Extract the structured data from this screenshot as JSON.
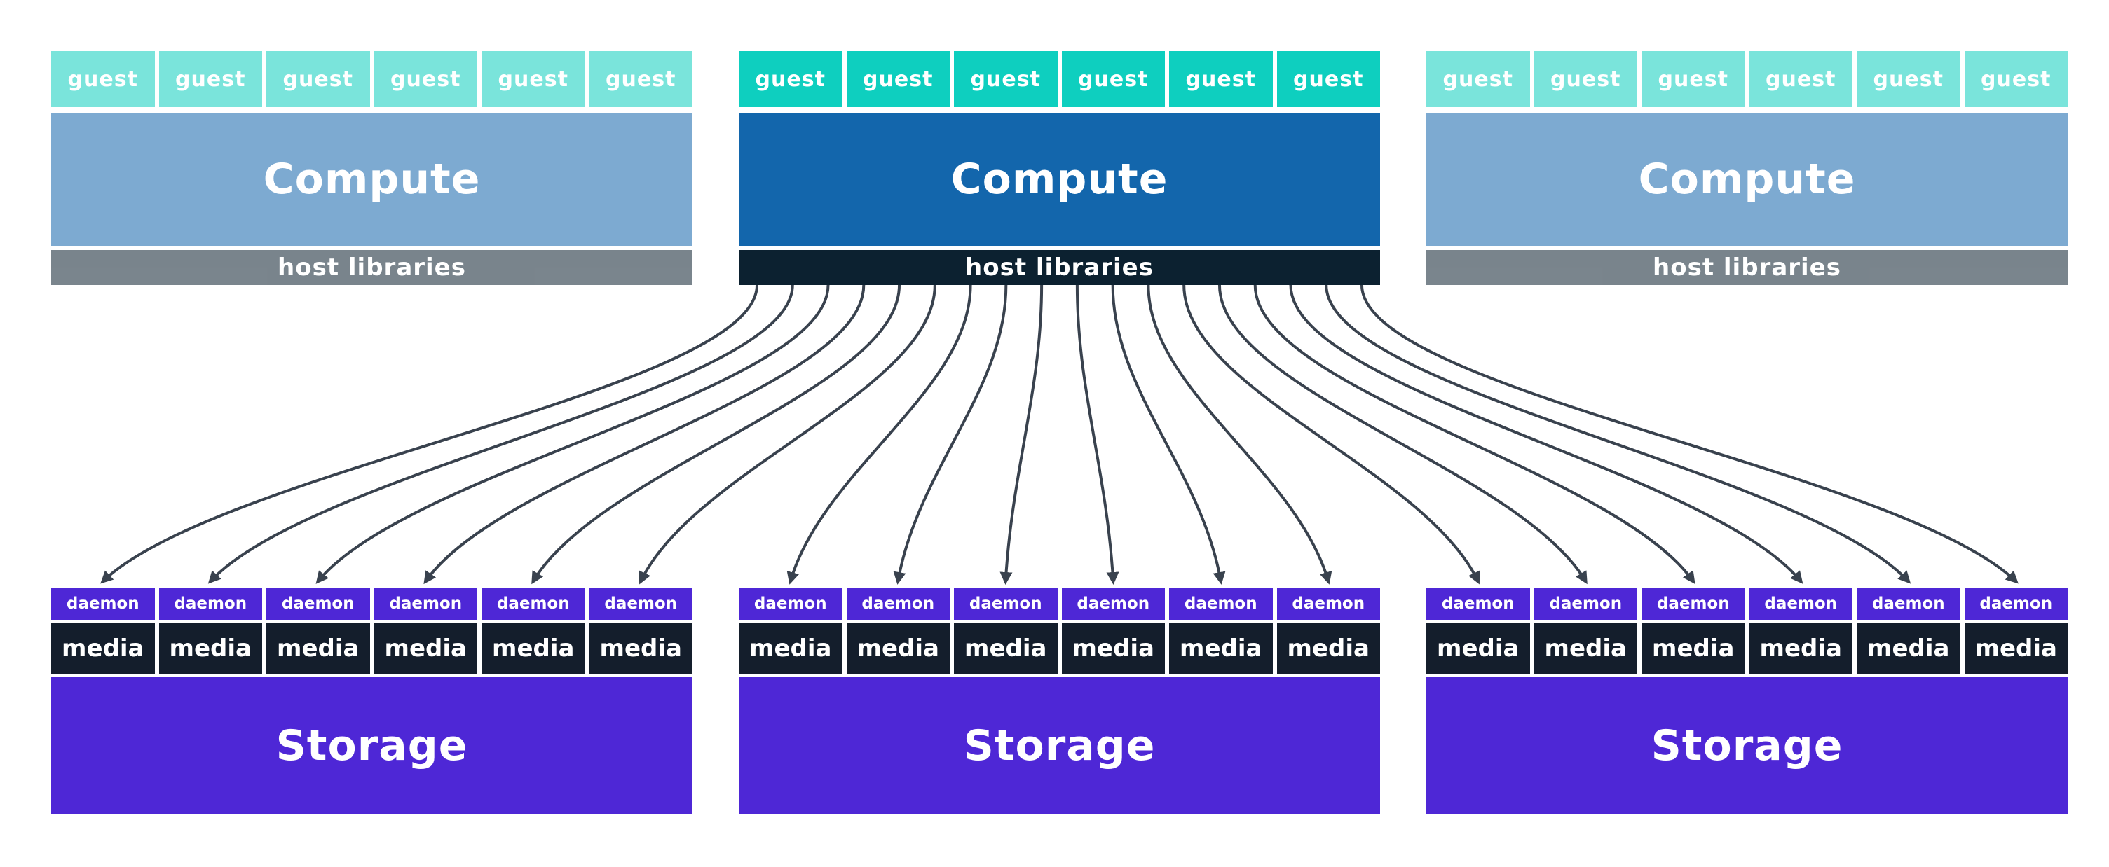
{
  "compute_nodes": [
    {
      "id": "compute-left",
      "state": "faded",
      "guests": [
        "guest",
        "guest",
        "guest",
        "guest",
        "guest",
        "guest"
      ],
      "compute_label": "Compute",
      "host_label": "host libraries"
    },
    {
      "id": "compute-center",
      "state": "active",
      "guests": [
        "guest",
        "guest",
        "guest",
        "guest",
        "guest",
        "guest"
      ],
      "compute_label": "Compute",
      "host_label": "host libraries"
    },
    {
      "id": "compute-right",
      "state": "faded",
      "guests": [
        "guest",
        "guest",
        "guest",
        "guest",
        "guest",
        "guest"
      ],
      "compute_label": "Compute",
      "host_label": "host libraries"
    }
  ],
  "storage_nodes": [
    {
      "id": "storage-left",
      "daemons": [
        "daemon",
        "daemon",
        "daemon",
        "daemon",
        "daemon",
        "daemon"
      ],
      "media": [
        "media",
        "media",
        "media",
        "media",
        "media",
        "media"
      ],
      "storage_label": "Storage"
    },
    {
      "id": "storage-center",
      "daemons": [
        "daemon",
        "daemon",
        "daemon",
        "daemon",
        "daemon",
        "daemon"
      ],
      "media": [
        "media",
        "media",
        "media",
        "media",
        "media",
        "media"
      ],
      "storage_label": "Storage"
    },
    {
      "id": "storage-right",
      "daemons": [
        "daemon",
        "daemon",
        "daemon",
        "daemon",
        "daemon",
        "daemon"
      ],
      "media": [
        "media",
        "media",
        "media",
        "media",
        "media",
        "media"
      ],
      "storage_label": "Storage"
    }
  ],
  "arrows": {
    "from": "center host libraries bar",
    "to": "every daemon cell on all storage nodes",
    "count": 18,
    "color": "#39424E",
    "stroke_width": 4
  },
  "colors": {
    "guest_teal": "#0ECFBF",
    "compute_blue": "#1366AC",
    "host_navy": "#0C2130",
    "daemon_purple": "#4E27D6",
    "media_dark": "#141E2C",
    "storage_purple": "#4E27D6",
    "background": "#FFFFFF"
  }
}
